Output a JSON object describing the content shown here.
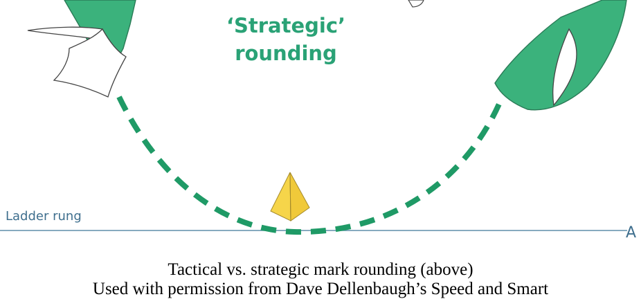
{
  "diagram": {
    "strategic_label_line1": "‘Strategic’",
    "strategic_label_line2": "rounding",
    "ladder_label": "Ladder rung",
    "ladder_end_label": "A",
    "colors": {
      "boat_green": "#3bb27c",
      "path_green": "#1f9a66",
      "mark_yellow": "#f6d54a",
      "ladder_line": "#5f8eaa",
      "label_teal": "#2aa276"
    }
  },
  "caption": {
    "line1": "Tactical vs. strategic mark rounding (above)",
    "line2": "Used with permission from Dave Dellenbaugh’s Speed and Smart"
  }
}
